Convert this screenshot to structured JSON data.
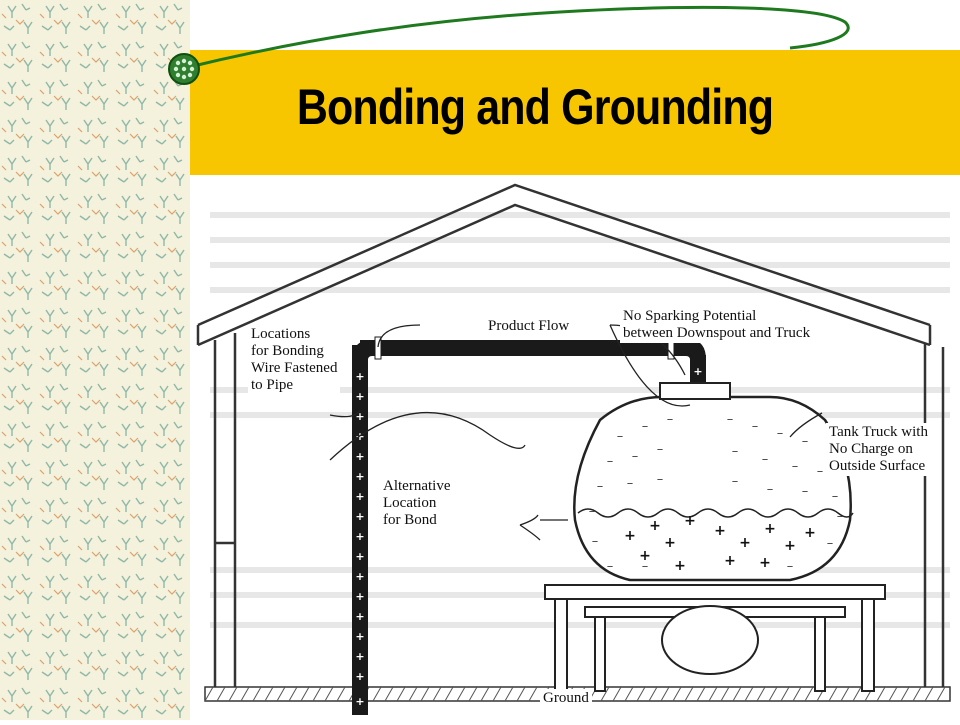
{
  "slide": {
    "title": "Bonding and Grounding",
    "accent_color": "#f7c600",
    "curve_color": "#1f7a1f"
  },
  "diagram": {
    "labels": {
      "product_flow": "Product Flow",
      "no_sparking": "No Sparking Potential\nbetween Downspout and Truck",
      "bonding_locations": "Locations\nfor Bonding\nWire Fastened\nto Pipe",
      "tank_truck": "Tank Truck with\nNo Charge on\nOutside Surface",
      "alternative": "Alternative\nLocation\nfor Bond",
      "ground": "Ground"
    }
  }
}
